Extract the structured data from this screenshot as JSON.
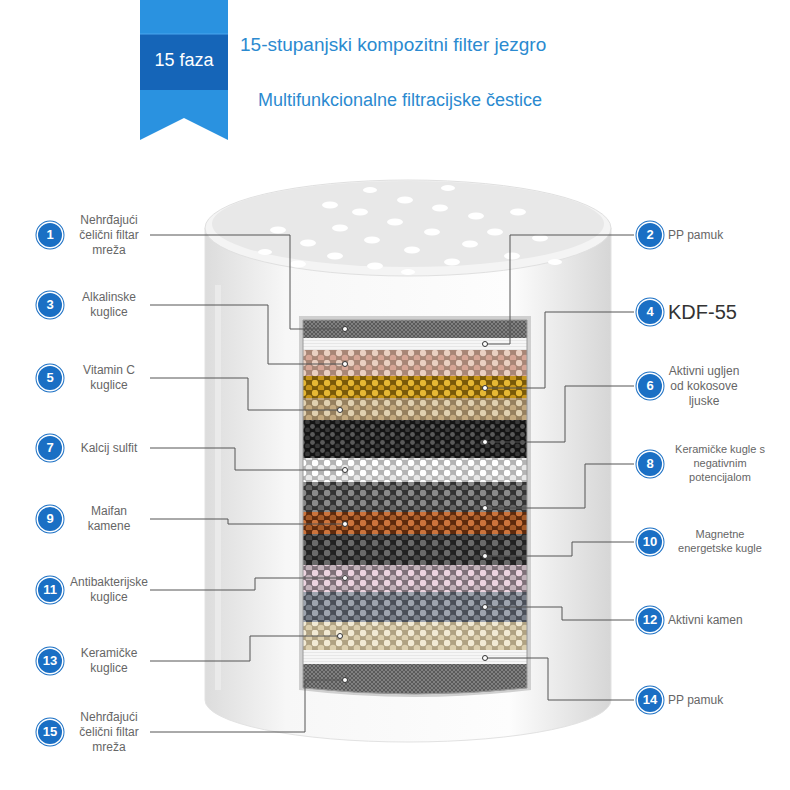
{
  "diagram": {
    "title": "15-stupanjski kompozitni filter jezgro",
    "nodes": [
      {
        "text": [
          "15 faza"
        ]
      },
      {
        "text": [
          "1",
          "Nehrđajući čelični filtar mreža"
        ]
      },
      {
        "text": [
          "2",
          "PP pamuk"
        ]
      },
      {
        "text": [
          "3",
          "Alkalinske kuglice"
        ]
      },
      {
        "text": [
          "4",
          "KDF-55"
        ]
      },
      {
        "text": [
          "5",
          "Vitamin C kuglice"
        ]
      },
      {
        "text": [
          "6",
          "Aktivni ugljen od kokosove ljuske"
        ]
      },
      {
        "text": [
          "7",
          "Kalcij sulfit"
        ]
      },
      {
        "text": [
          "8",
          "Keramičke kugle s negativnim potencijalom"
        ]
      },
      {
        "text": [
          "9",
          "Maifan kamene"
        ]
      },
      {
        "text": [
          "10",
          "Magnetne energetske kugle"
        ]
      },
      {
        "text": [
          "11",
          "Antibakterijske kuglice"
        ]
      },
      {
        "text": [
          "12",
          "Aktivni kamen"
        ]
      },
      {
        "text": [
          "13",
          "Keramičke kuglice"
        ]
      },
      {
        "text": [
          "14",
          "PP pamuk"
        ]
      },
      {
        "text": [
          "15",
          "Nehrđajući čelični filtar mreža"
        ]
      }
    ],
    "labels": [
      "Multifunkcionalne filtracijske čestice"
    ]
  }
}
